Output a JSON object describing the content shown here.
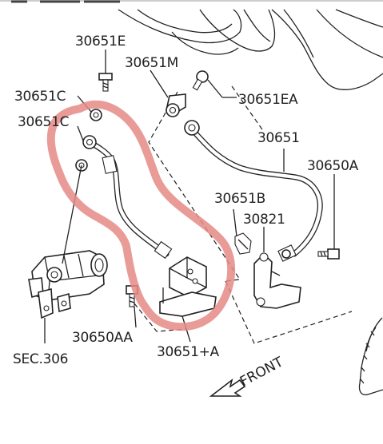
{
  "labels": {
    "p30651E": "30651E",
    "p30651M": "30651M",
    "p30651C_a": "30651C",
    "p30651C_b": "30651C",
    "p30651EA": "30651EA",
    "p30651": "30651",
    "p30650A": "30650A",
    "p30651B": "30651B",
    "p30821": "30821",
    "p30650AA": "30650AA",
    "p30651A": "30651+A",
    "sec306": "SEC.306",
    "front": "FRONT"
  },
  "colors": {
    "markup": "#e58a86",
    "ink": "#222222"
  },
  "icons": {
    "front_arrow": "front-arrow-icon"
  }
}
